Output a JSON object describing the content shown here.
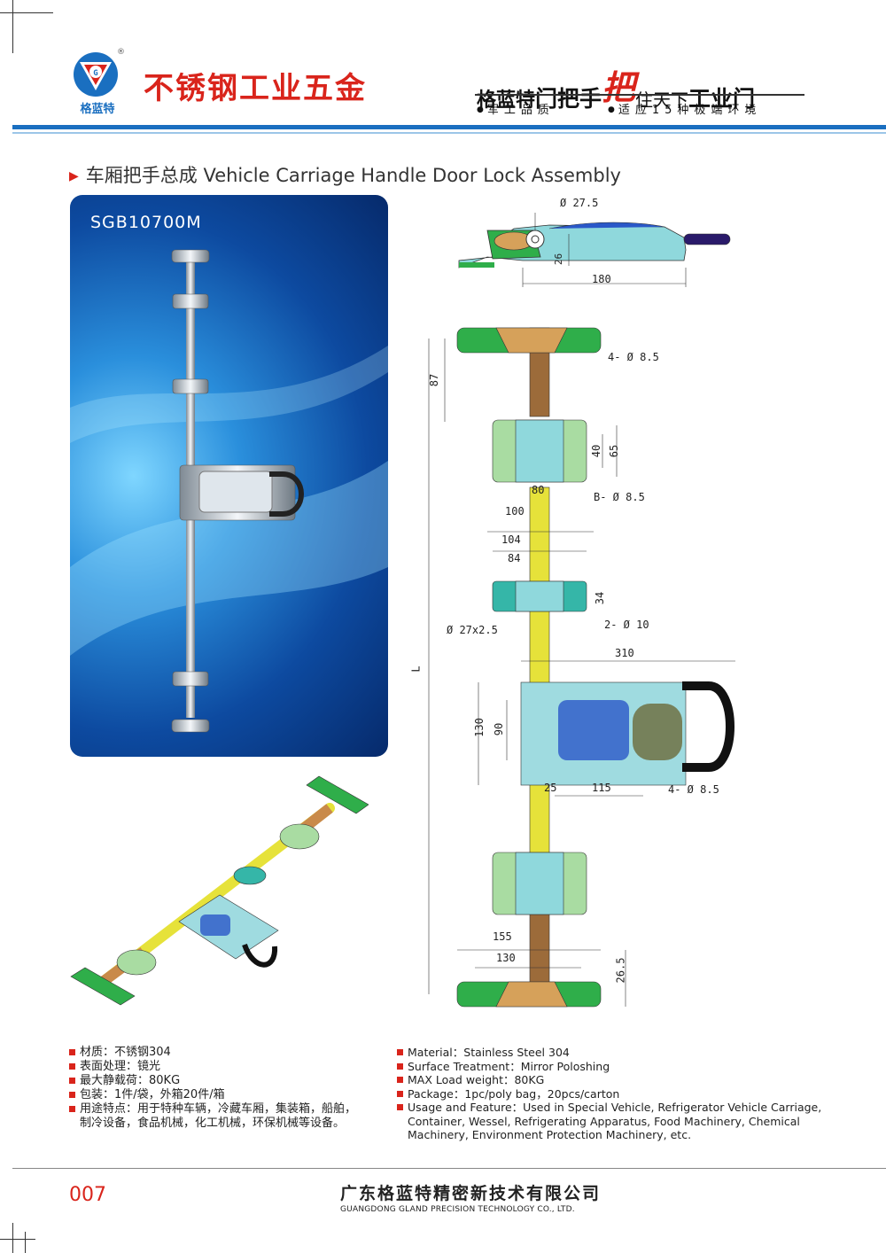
{
  "header": {
    "logo_text": "格蓝特",
    "title": "不锈钢工业五金",
    "slogan_part1": "格蓝特",
    "slogan_part2": "门把手",
    "slogan_red": "把",
    "slogan_part3": "住天下",
    "slogan_part4": "工业门",
    "feature1": "军工品质",
    "feature2": "适应15种极端环境"
  },
  "section": {
    "title": "车厢把手总成 Vehicle Carriage Handle Door Lock Assembly"
  },
  "photo": {
    "model": "SGB10700M"
  },
  "dimensions": {
    "top_dia": "Ø 27.5",
    "top_h": "26",
    "top_w": "180",
    "d87": "87",
    "holes_4_85": "4- Ø 8.5",
    "d40": "40",
    "d65": "65",
    "d80": "80",
    "d100": "100",
    "holes_b_85": "B- Ø 8.5",
    "d104": "104",
    "d84": "84",
    "d34": "34",
    "holes_2_10": "2- Ø 10",
    "tube": "Ø 27x2.5",
    "L": "L",
    "d310": "310",
    "d130": "130",
    "d90": "90",
    "d25": "25",
    "d115": "115",
    "holes_4_85b": "4- Ø 8.5",
    "d155": "155",
    "d130b": "130",
    "d265": "26.5"
  },
  "specs_cn": [
    "材质：不锈钢304",
    "表面处理：镜光",
    "最大静载荷：80KG",
    "包装：1件/袋，外箱20件/箱",
    "用途特点：用于特种车辆，冷藏车厢，集装箱，船舶，"
  ],
  "specs_cn_cont": "制冷设备，食品机械，化工机械，环保机械等设备。",
  "specs_en": [
    "Material：Stainless Steel 304",
    "Surface Treatment：Mirror Poloshing",
    "MAX Load weight：80KG",
    "Package：1pc/poly bag，20pcs/carton",
    "Usage and Feature：Used in Special Vehicle, Refrigerator Vehicle Carriage,"
  ],
  "specs_en_cont1": "Container, Wessel, Refrigerating Apparatus, Food Machinery, Chemical",
  "specs_en_cont2": "Machinery, Environment Protection Machinery, etc.",
  "footer": {
    "page": "007",
    "company_cn": "广东格蓝特精密新技术有限公司",
    "company_en": "GUANGDONG GLAND PRECISION TECHNOLOGY CO., LTD."
  },
  "colors": {
    "brand_red": "#d9241b",
    "brand_blue": "#1a6fc0"
  }
}
